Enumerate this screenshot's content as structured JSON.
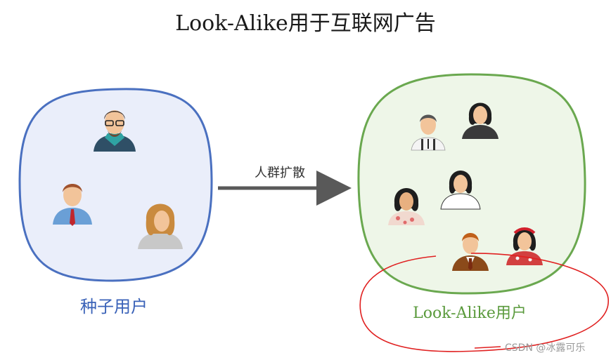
{
  "title": "Look-Alike用于互联网广告",
  "seed_label": "种子用户",
  "arrow_label": "人群扩散",
  "lookalike_label": "Look-Alike用户",
  "watermark": "CSDN @冰露可乐",
  "colors": {
    "seed_stroke": "#4a70c0",
    "seed_fill": "#eaeefa",
    "lookalike_stroke": "#6aa84f",
    "lookalike_fill": "#eef6e8",
    "arrow": "#595959",
    "annotation": "#e02020",
    "seed_label": "#3a62b8",
    "lookalike_label": "#5a9a3c"
  }
}
